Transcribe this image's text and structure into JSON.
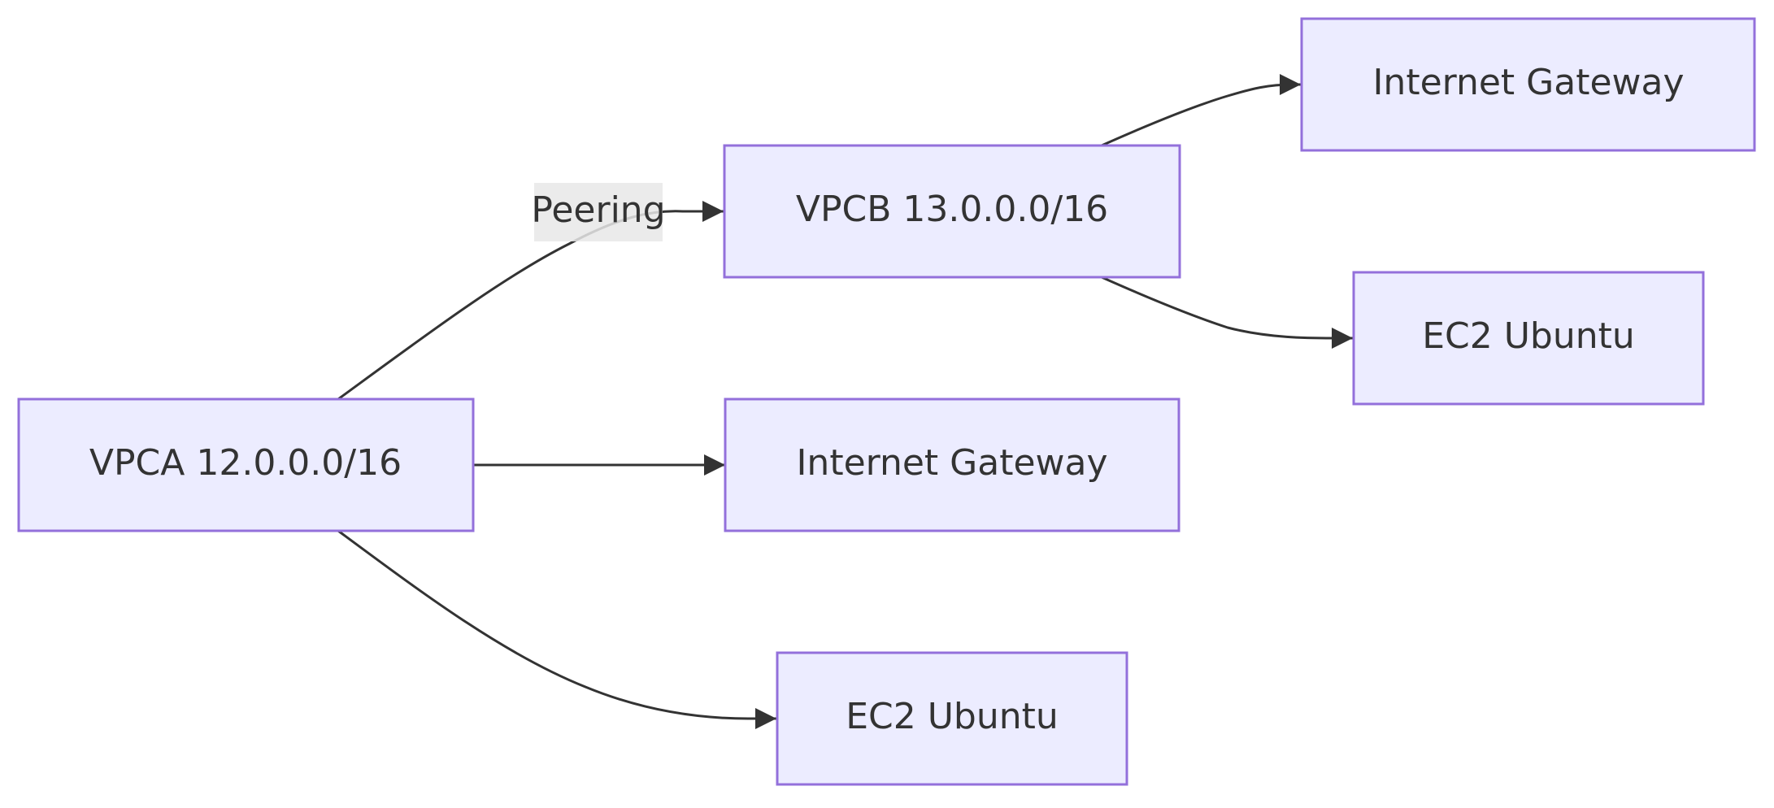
{
  "colors": {
    "node_fill": "#ECECFF",
    "node_stroke": "#9370DB",
    "edge": "#333333",
    "label_bg": "#E8E8E8",
    "text": "#333333",
    "background": "#FFFFFF"
  },
  "nodes": {
    "vpca": {
      "label": "VPCA 12.0.0.0/16"
    },
    "vpcb": {
      "label": "VPCB 13.0.0.0/16"
    },
    "igw_a": {
      "label": "Internet Gateway"
    },
    "ec2_a": {
      "label": "EC2 Ubuntu"
    },
    "igw_b": {
      "label": "Internet Gateway"
    },
    "ec2_b": {
      "label": "EC2 Ubuntu"
    }
  },
  "edges": [
    {
      "from": "vpca",
      "to": "vpcb",
      "label": "Peering"
    },
    {
      "from": "vpca",
      "to": "igw_a",
      "label": ""
    },
    {
      "from": "vpca",
      "to": "ec2_a",
      "label": ""
    },
    {
      "from": "vpcb",
      "to": "igw_b",
      "label": ""
    },
    {
      "from": "vpcb",
      "to": "ec2_b",
      "label": ""
    }
  ]
}
